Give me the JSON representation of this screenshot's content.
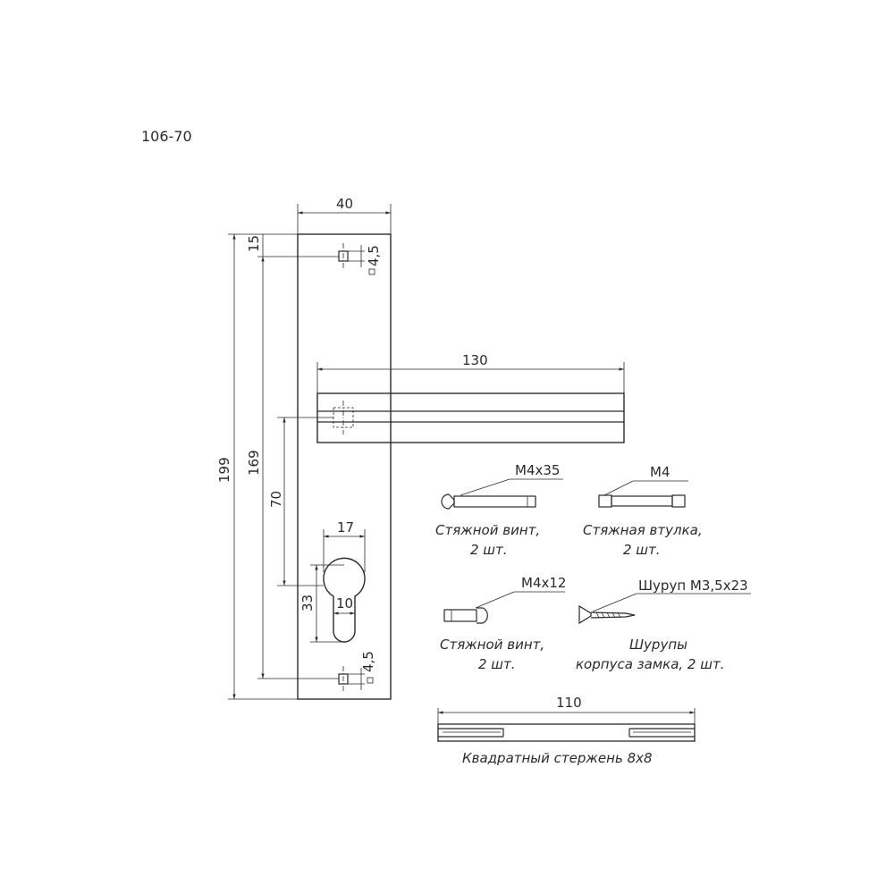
{
  "model_code": "106-70",
  "dimensions": {
    "plate_width": "40",
    "plate_height": "199",
    "holes_spacing": "169",
    "top_offset": "15",
    "hole_top": "4,5",
    "hole_bottom": "4,5",
    "handle_length": "130",
    "handle_to_cylinder": "70",
    "cylinder_width": "17",
    "cylinder_height": "33",
    "cylinder_neck": "10",
    "spindle_length": "110"
  },
  "parts": {
    "screw_long": {
      "spec": "М4х35",
      "caption_line1": "Стяжной винт,",
      "caption_line2": "2 шт."
    },
    "sleeve": {
      "spec": "М4",
      "caption_line1": "Стяжная втулка,",
      "caption_line2": "2 шт."
    },
    "screw_short": {
      "spec": "М4х12",
      "caption_line1": "Стяжной винт,",
      "caption_line2": "2 шт."
    },
    "wood_screw": {
      "spec": "Шуруп М3,5х23",
      "caption_line1": "Шурупы",
      "caption_line2": "корпуса замка, 2 шт."
    },
    "spindle": {
      "caption": "Квадратный стержень 8х8"
    }
  }
}
